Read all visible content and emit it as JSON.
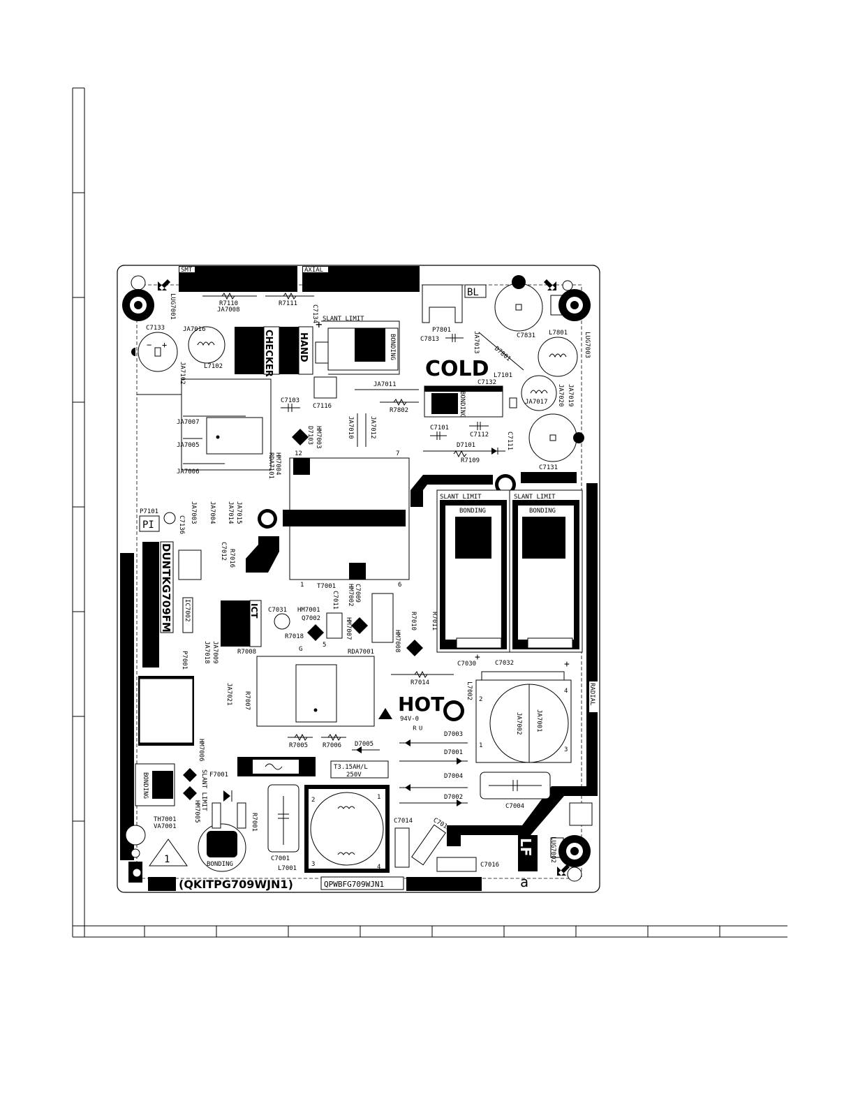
{
  "board": {
    "header_smt": "SMT",
    "header_axial": "AXIAL",
    "header_radial": "RADIAL",
    "slant_limit": "SLANT LIMIT",
    "bonding": "BONDING",
    "checker": "CHECKER",
    "hand": "HAND",
    "cold": "COLD",
    "hot": "HOT",
    "v0_rating": "94V-0",
    "bl_mark": "BL",
    "pi_mark": "PI",
    "ict": "ICT",
    "fuse_rating_1": "T3.15AH/L",
    "fuse_rating_2": "250V",
    "part_number_left": "(QKITPG709WJN1)",
    "part_number_right": "QPWBFG709WJN1",
    "model_vertical": "DUNTKG709FM",
    "warning_number": "1",
    "lf_mark": "LF",
    "a_mark": "a"
  },
  "designators": {
    "R7110": "R7110",
    "JA7008": "JA7008",
    "R7111": "R7111",
    "C7134": "C7134",
    "LUG7001": "LUG7001",
    "LUG7003": "LUG7003",
    "LUG7002": "LUG7002",
    "C7133": "C7133",
    "JA7016": "JA7016",
    "L7102": "L7102",
    "JA7102": "JA7102",
    "P7801": "P7801",
    "C7813": "C7813",
    "JA7013": "JA7013",
    "D7801": "D7801",
    "C7831": "C7831",
    "L7801": "L7801",
    "L7101": "L7101",
    "C7132": "C7132",
    "JA7017": "JA7017",
    "JA7020": "JA7020",
    "JA7019": "JA7019",
    "C7103": "C7103",
    "C7116": "C7116",
    "JA7011": "JA7011",
    "R7802": "R7802",
    "JA7007": "JA7007",
    "JA7005": "JA7005",
    "JA7006": "JA7006",
    "HM7003": "HM7003",
    "D7103": "D7103",
    "JA7010": "JA7010",
    "JA7012": "JA7012",
    "C7101": "C7101",
    "C7112": "C7112",
    "C7111": "C7111",
    "D7101": "D7101",
    "R7109": "R7109",
    "C7131": "C7131",
    "HM7004": "HM7004",
    "RDA7101": "RDA7101",
    "P7101": "P7101",
    "C7136": "C7136",
    "JA7003": "JA7003",
    "JA7004": "JA7004",
    "JA7014": "JA7014",
    "JA7015": "JA7015",
    "C7012": "C7012",
    "R7016": "R7016",
    "T7001": "T7001",
    "IC7002": "IC7002",
    "C7031": "C7031",
    "HM7001": "HM7001",
    "Q7002": "Q7002",
    "C7011": "C7011",
    "C7009": "C7009",
    "HM7002": "HM7002",
    "HM7007": "HM7007",
    "R7010": "R7010",
    "R7011": "R7011",
    "HM7008": "HM7008",
    "R7018": "R7018",
    "R7008": "R7008",
    "JA7009": "JA7009",
    "JA7018": "JA7018",
    "P7001": "P7001",
    "RDA7001": "RDA7001",
    "C7030": "C7030",
    "C7032": "C7032",
    "R7014": "R7014",
    "L7002": "L7002",
    "JA7021": "JA7021",
    "R7007": "R7007",
    "D7003": "D7003",
    "R7005": "R7005",
    "R7006": "R7006",
    "D7005": "D7005",
    "D7001": "D7001",
    "HM7006": "HM7006",
    "F7001": "F7001",
    "D7004": "D7004",
    "D7002": "D7002",
    "C7004": "C7004",
    "HM7005": "HM7005",
    "R7001": "R7001",
    "TH7001": "TH7001",
    "VA7001": "VA7001",
    "C7001": "C7001",
    "L7001": "L7001",
    "C7014": "C7014",
    "C7015": "C7015",
    "C7016": "C7016",
    "JA7002": "JA7002",
    "JA7001": "JA7001"
  },
  "pins": {
    "p12": "12",
    "p7": "7",
    "p1": "1",
    "p6": "6",
    "p2": "2",
    "p3": "3",
    "p4": "4",
    "p5": "5",
    "pG": "G"
  }
}
